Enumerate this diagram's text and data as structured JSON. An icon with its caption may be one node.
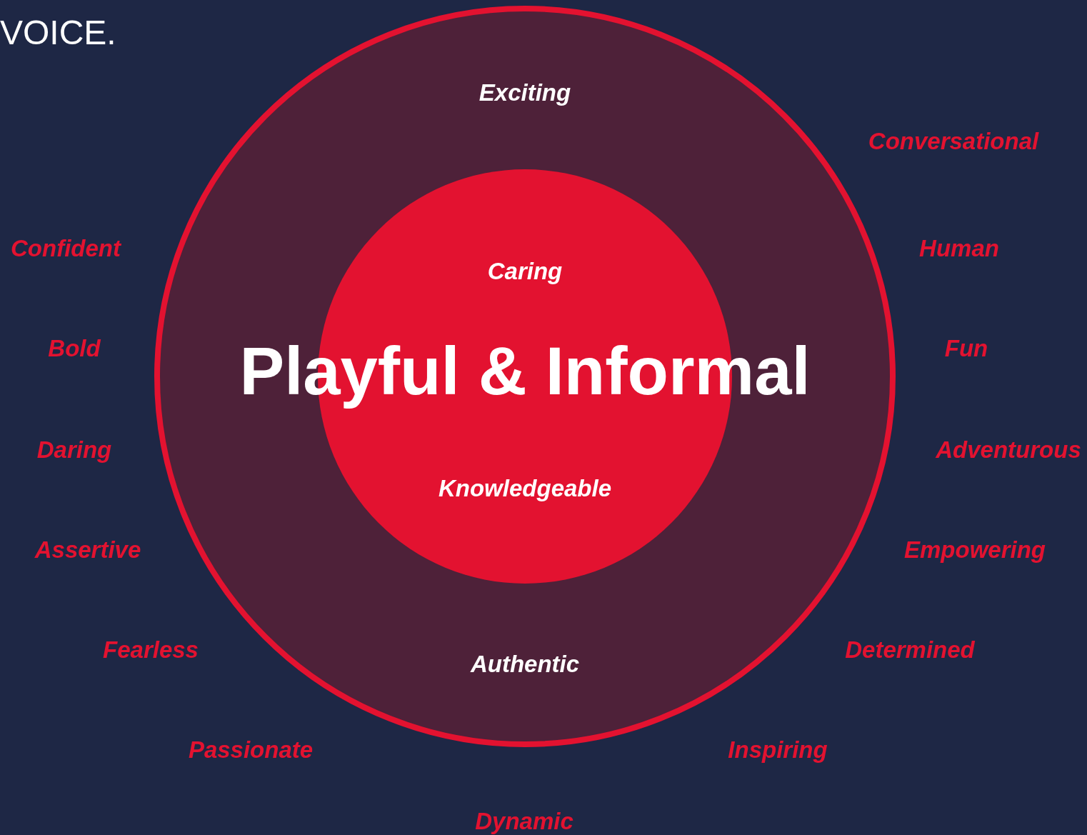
{
  "diagram": {
    "title": "VOICE.",
    "nodes": [
      {
        "text": [
          "Exciting",
          "Authentic"
        ]
      },
      {
        "text": [
          "Caring",
          "Knowledgeable"
        ],
        "in": 0
      }
    ],
    "labels": [
      "Playful & Informal",
      "Conversational",
      "Confident",
      "Human",
      "Bold",
      "Fun",
      "Daring",
      "Adventurous",
      "Assertive",
      "Empowering",
      "Fearless",
      "Determined",
      "Passionate",
      "Inspiring",
      "Dynamic"
    ]
  }
}
